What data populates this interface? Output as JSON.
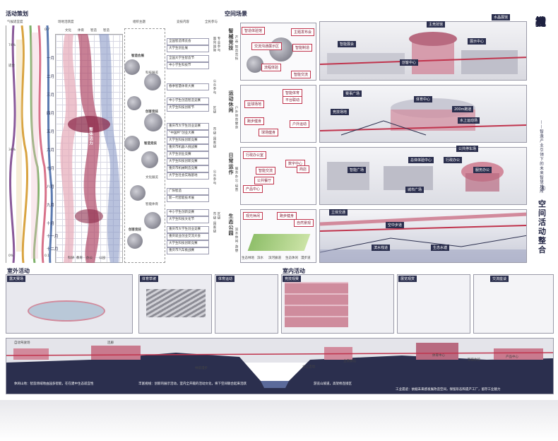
{
  "sections": {
    "activity_planning": "活动策划",
    "spatial_scene": "空间场景",
    "outdoor": "室外活动",
    "indoor": "室内活动"
  },
  "column_headers": {
    "climate_comfort": "气候适宜度",
    "domain_activity": "场地活跃度",
    "org_theme": "组织主题",
    "contest_content": "竞技内容",
    "public_participation": "全民参与"
  },
  "activity_types": [
    "文化",
    "体育",
    "智造",
    "智造"
  ],
  "months": [
    "一月",
    "二月",
    "三月",
    "四月",
    "五月",
    "六月",
    "七月",
    "八月",
    "九月",
    "十月",
    "十一月",
    "十二月"
  ],
  "left_axis_labels": [
    "74%",
    "适合",
    "34%",
    "0%"
  ],
  "right_axis_values": [
    "0.7",
    "0.1"
  ],
  "themes": [
    "智造会展",
    "科技展览",
    "创客竞技",
    "智造竞技",
    "文化展览",
    "智能体育",
    "创客竞技"
  ],
  "main_theme": "整体活力",
  "events": [
    "全国智造博览会",
    "大学生创业展",
    "全国大学生智造节",
    "中小学生科技节",
    "春季智慧体育大赛",
    "中小学生创造智造竞赛",
    "大学生科技创新节",
    "重庆市大学生创业竞赛",
    "“中国杯”创业大赛",
    "大学生科技创新竞赛",
    "重庆市机器人挑战赛",
    "大学生创业竞赛",
    "大学生科技创新竞赛",
    "重庆市机械制造竞赛",
    "大学生社会实践基地",
    "广阳智造",
    "新一代智能技术展",
    "中小学生创新竞赛",
    "大学生科技文化节",
    "重庆市大学生创业竞赛",
    "重庆就业创业交流大会",
    "大学生科技创新竞赛",
    "重庆市汽车挑战赛"
  ],
  "public_participation": [
    "面向国际",
    "专业参与",
    "公众参与",
    "区级",
    "市级·国家级",
    "公众参与",
    "市级·国家级",
    "区级"
  ],
  "bottom_labels": [
    "科研",
    "教育",
    "办公",
    "公园"
  ],
  "scene_rows": [
    {
      "name": "智械竞技",
      "sub": "产品·智造竞技",
      "tags": [
        "智造体验馆",
        "主题发布会",
        "交流沟通展示区",
        "智能制造",
        "流程体验",
        "智能交流"
      ],
      "render_tags": [
        "水晶展馆",
        "主竞技馆",
        "展示中心",
        "创客中心",
        "智能展会"
      ]
    },
    {
      "name": "运动休闲",
      "sub": "户外体育健身",
      "tags": [
        "智能体育",
        "平台联动",
        "篮球场地",
        "户外运动",
        "球场健身",
        "跑步健身"
      ],
      "render_tags": [
        "赛事广场",
        "体育中心",
        "200m跑道",
        "竞技场地",
        "水上运动场"
      ]
    },
    {
      "name": "日常运作",
      "sub": "服务办公·经营",
      "tags": [
        "行政办公室",
        "智能交流",
        "数字中心",
        "商店",
        "公共餐厅",
        "产品中心"
      ],
      "render_tags": [
        "公共停车场",
        "智能广场",
        "总体体验中心",
        "行政办公",
        "服务办公",
        "城市广场"
      ]
    },
    {
      "name": "生态公园",
      "sub": "滨水休闲·游憩",
      "tags": [
        "观光休闲",
        "跑步健身",
        "自然景观",
        "生态林地",
        "滨水",
        "滨河廊道",
        "生态休闲",
        "漫步道"
      ],
      "render_tags": [
        "立体交通",
        "空中步道",
        "滨水栈道",
        "生态水塘"
      ]
    }
  ],
  "side_title": {
    "main": [
      "智",
      "械",
      "·",
      "竞",
      "技",
      "场"
    ],
    "subtitle": "——智造产业引领下的未来智慧场所",
    "number": "④",
    "section": [
      "空",
      "间",
      "活",
      "动",
      "整",
      "合"
    ]
  },
  "outdoor_panels": [
    "露天赛场",
    "体育草坡",
    "体育运动"
  ],
  "indoor_panels": [
    "竞技观赛",
    "展览观赏",
    "交流座谈"
  ],
  "section_labels": [
    "自动驾驶场",
    "连廊",
    "林荫漫步",
    "水上活动",
    "全景展馆",
    "体育中心",
    "智能体验",
    "产品中心"
  ],
  "section_notes": [
    "休闲山地：智造场域地由园多智能，在在建中生态适宜性",
    "丰富视线：创新的展示活动，室内全开敞的活动文化，将下空间联合起来活跃",
    "游览山坡道，高架桥连接区",
    "工业遗迹：依据未来感发展改造空间，保留形态和遗产工厂，留存工业魅力"
  ],
  "colors": {
    "accent": "#c0344d",
    "navy": "#2b2f4e",
    "pink": "#d28a9c"
  }
}
